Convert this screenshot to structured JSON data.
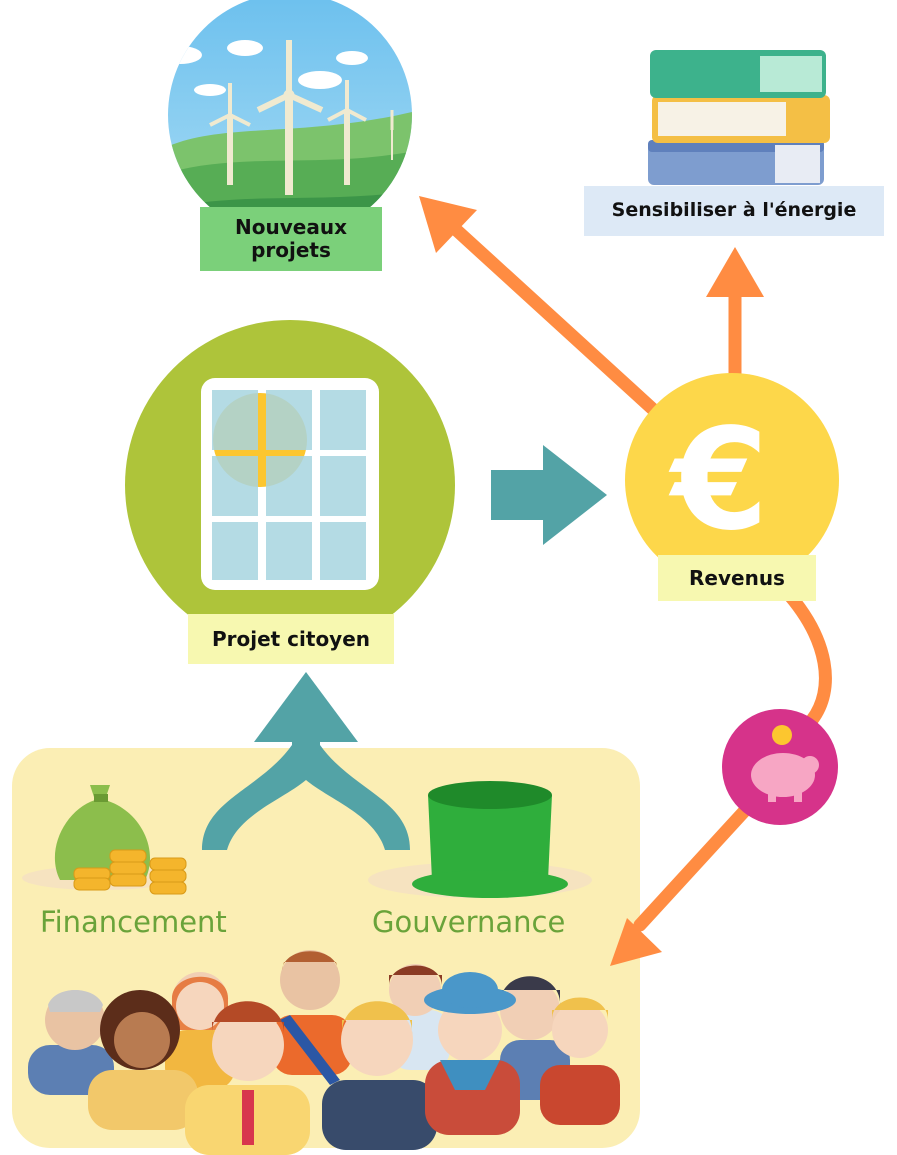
{
  "nodes": {
    "new_projects": "Nouveaux\nprojets",
    "awareness": "Sensibiliser à l'énergie",
    "citizen_project": "Projet citoyen",
    "revenue": "Revenus"
  },
  "community": {
    "financing": "Financement",
    "governance": "Gouvernance"
  },
  "icons": {
    "currency_symbol": "€"
  },
  "colors": {
    "flow_arrow": "#ff8c42",
    "input_arrow": "#53a3a6",
    "project_circle": "#aec43a",
    "revenue_circle": "#fdd74a",
    "piggy_circle": "#d6338a",
    "community_bg": "#fbeeb4"
  }
}
